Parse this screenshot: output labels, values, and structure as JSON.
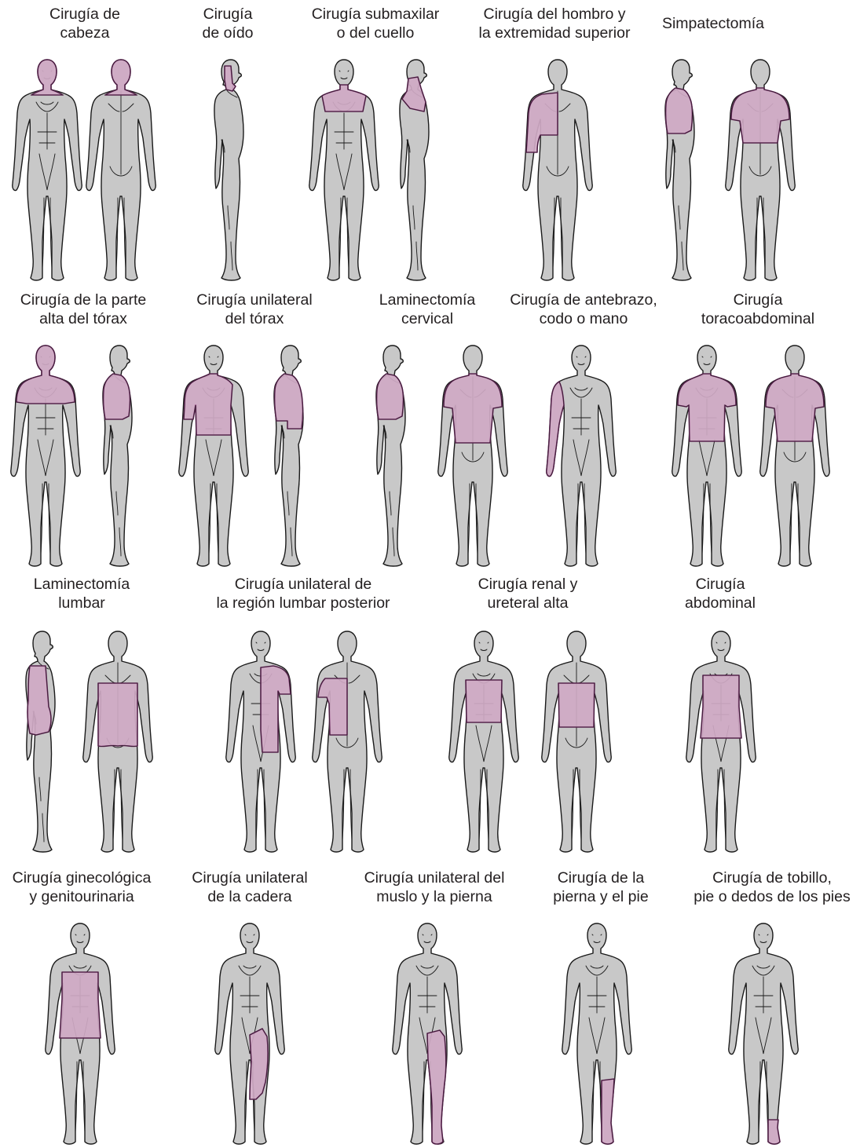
{
  "colors": {
    "body_fill": "#c8c8c8",
    "body_stroke": "#1a1a1a",
    "shade_fill": "#cfa9c4",
    "shade_stroke": "#8c2f7a",
    "text": "#231f20"
  },
  "panels": [
    {
      "label": [
        "Cirugía de",
        "cabeza"
      ],
      "views": [
        "front",
        "back"
      ],
      "shading": [
        "head-neck",
        "head-neck-back"
      ]
    },
    {
      "label": [
        "Cirugía",
        "de oído"
      ],
      "views": [
        "side"
      ],
      "shading": [
        "ear"
      ]
    },
    {
      "label": [
        "Cirugía submaxilar",
        "o del cuello"
      ],
      "views": [
        "front",
        "side"
      ],
      "shading": [
        "neck-chest",
        "neck-side"
      ]
    },
    {
      "label": [
        "Cirugía del hombro y",
        "la extremidad superior"
      ],
      "views": [
        "back"
      ],
      "shading": [
        "shoulder-arm-back"
      ]
    },
    {
      "label": [
        "Simpatectomía"
      ],
      "views": [
        "side",
        "back"
      ],
      "shading": [
        "upper-side",
        "upper-back"
      ]
    },
    {
      "label": [
        "Cirugía de la parte",
        "alta del tórax"
      ],
      "views": [
        "front",
        "side"
      ],
      "shading": [
        "head-upper-chest",
        "upper-side"
      ]
    },
    {
      "label": [
        "Cirugía unilateral",
        "del tórax"
      ],
      "views": [
        "front",
        "side"
      ],
      "shading": [
        "chest-front",
        "chest-side"
      ]
    },
    {
      "label": [
        "Laminectomía",
        "cervical"
      ],
      "views": [
        "side",
        "back"
      ],
      "shading": [
        "upper-side",
        "upper-back-long"
      ]
    },
    {
      "label": [
        "Cirugía de antebrazo,",
        "codo o mano"
      ],
      "views": [
        "front"
      ],
      "shading": [
        "arm"
      ]
    },
    {
      "label": [
        "Cirugía",
        "toracoabdominal"
      ],
      "views": [
        "front",
        "back"
      ],
      "shading": [
        "torso-front",
        "torso-back"
      ]
    },
    {
      "label": [
        "Laminectomía",
        "lumbar"
      ],
      "views": [
        "side",
        "back"
      ],
      "shading": [
        "lumbar-side",
        "lumbar-back"
      ]
    },
    {
      "label": [
        "Cirugía unilateral de",
        "la región lumbar posterior"
      ],
      "views": [
        "front",
        "back"
      ],
      "shading": [
        "half-front",
        "half-back"
      ]
    },
    {
      "label": [
        "Cirugía renal y",
        "ureteral alta"
      ],
      "views": [
        "front",
        "back"
      ],
      "shading": [
        "abdomen",
        "abdomen-back"
      ]
    },
    {
      "label": [
        "Cirugía",
        "abdominal"
      ],
      "views": [
        "front"
      ],
      "shading": [
        "abdomen-long"
      ]
    },
    {
      "label": [
        "Cirugía ginecológica",
        "y genitourinaria"
      ],
      "views": [
        "front"
      ],
      "shading": [
        "lower-abdomen"
      ]
    },
    {
      "label": [
        "Cirugía unilateral",
        "de la cadera"
      ],
      "views": [
        "front"
      ],
      "shading": [
        "thigh"
      ]
    },
    {
      "label": [
        "Cirugía unilateral del",
        "muslo y la pierna"
      ],
      "views": [
        "front"
      ],
      "shading": [
        "whole-leg"
      ]
    },
    {
      "label": [
        "Cirugía de la",
        "pierna y el pie"
      ],
      "views": [
        "front"
      ],
      "shading": [
        "lower-leg"
      ]
    },
    {
      "label": [
        "Cirugía de tobillo,",
        "pie o dedos de los pies"
      ],
      "views": [
        "front"
      ],
      "shading": [
        "foot"
      ]
    }
  ]
}
